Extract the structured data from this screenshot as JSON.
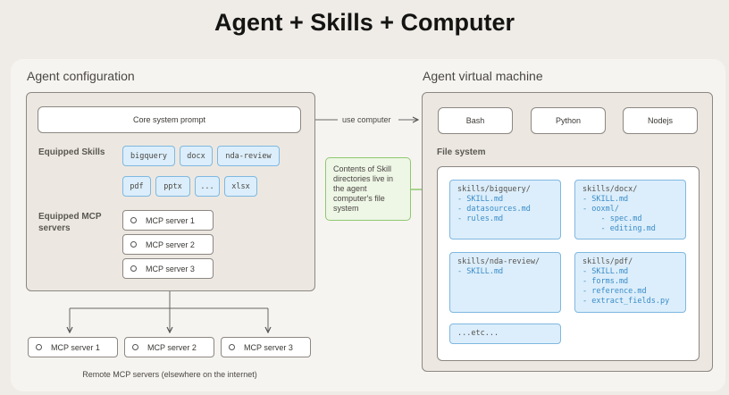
{
  "title": "Agent + Skills + Computer",
  "config": {
    "heading": "Agent configuration",
    "core_prompt": "Core system prompt",
    "skills_label": "Equipped Skills",
    "skills": [
      "bigquery",
      "docx",
      "nda-review",
      "pdf",
      "pptx",
      "...",
      "xlsx"
    ],
    "mcp_label": "Equipped MCP servers",
    "mcp_servers": [
      "MCP server 1",
      "MCP server 2",
      "MCP server 3"
    ]
  },
  "use_computer": "use computer",
  "remote": {
    "servers": [
      "MCP server 1",
      "MCP server 2",
      "MCP server 3"
    ],
    "caption": "Remote MCP servers (elsewhere on the internet)"
  },
  "note": "Contents of Skill directories live in the agent computer's file system",
  "vm": {
    "heading": "Agent virtual machine",
    "runtimes": [
      "Bash",
      "Python",
      "Nodejs"
    ],
    "fs_label": "File system",
    "dirs": [
      {
        "name": "skills/bigquery/",
        "files": [
          "- SKILL.md",
          "- datasources.md",
          "- rules.md"
        ]
      },
      {
        "name": "skills/docx/",
        "files": [
          "- SKILL.md",
          "- ooxml/",
          "    - spec.md",
          "    - editing.md"
        ]
      },
      {
        "name": "skills/nda-review/",
        "files": [
          "- SKILL.md"
        ]
      },
      {
        "name": "skills/pdf/",
        "files": [
          "- SKILL.md",
          "- forms.md",
          "- reference.md",
          "- extract_fields.py"
        ]
      },
      {
        "name": "...etc...",
        "files": []
      }
    ]
  },
  "colors": {
    "skill_fill": "#dceefb",
    "skill_border": "#7fb8e0",
    "note_border": "#8fc870"
  }
}
